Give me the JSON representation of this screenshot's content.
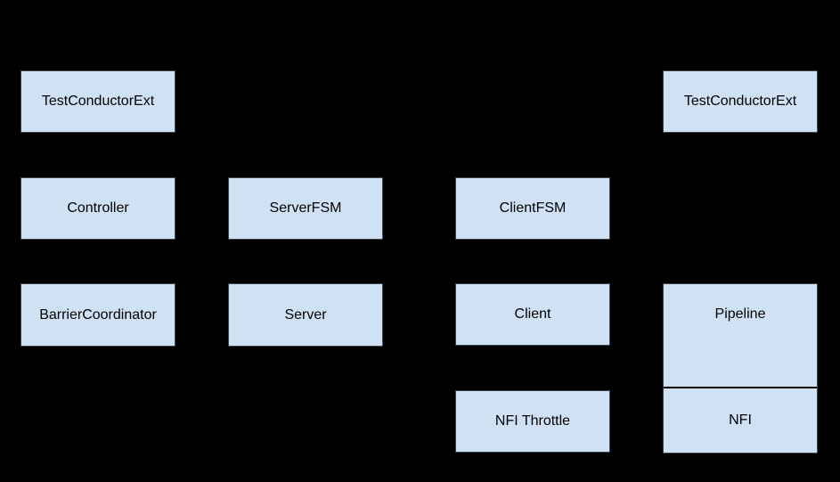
{
  "colors": {
    "background": "#000000",
    "box_fill": "#cfe2f3",
    "box_border": "#3a4550",
    "compartment_divider": "#000000",
    "text": "#000000"
  },
  "nodes": {
    "test_conductor_ext_left": {
      "label": "TestConductorExt"
    },
    "controller": {
      "label": "Controller"
    },
    "barrier_coordinator": {
      "label": "BarrierCoordinator"
    },
    "server_fsm": {
      "label": "ServerFSM"
    },
    "server": {
      "label": "Server"
    },
    "client_fsm": {
      "label": "ClientFSM"
    },
    "client": {
      "label": "Client"
    },
    "nfi_throttle": {
      "label": "NFI Throttle"
    },
    "test_conductor_ext_right": {
      "label": "TestConductorExt"
    },
    "pipeline": {
      "label": "Pipeline"
    },
    "nfi": {
      "label": "NFI"
    }
  }
}
